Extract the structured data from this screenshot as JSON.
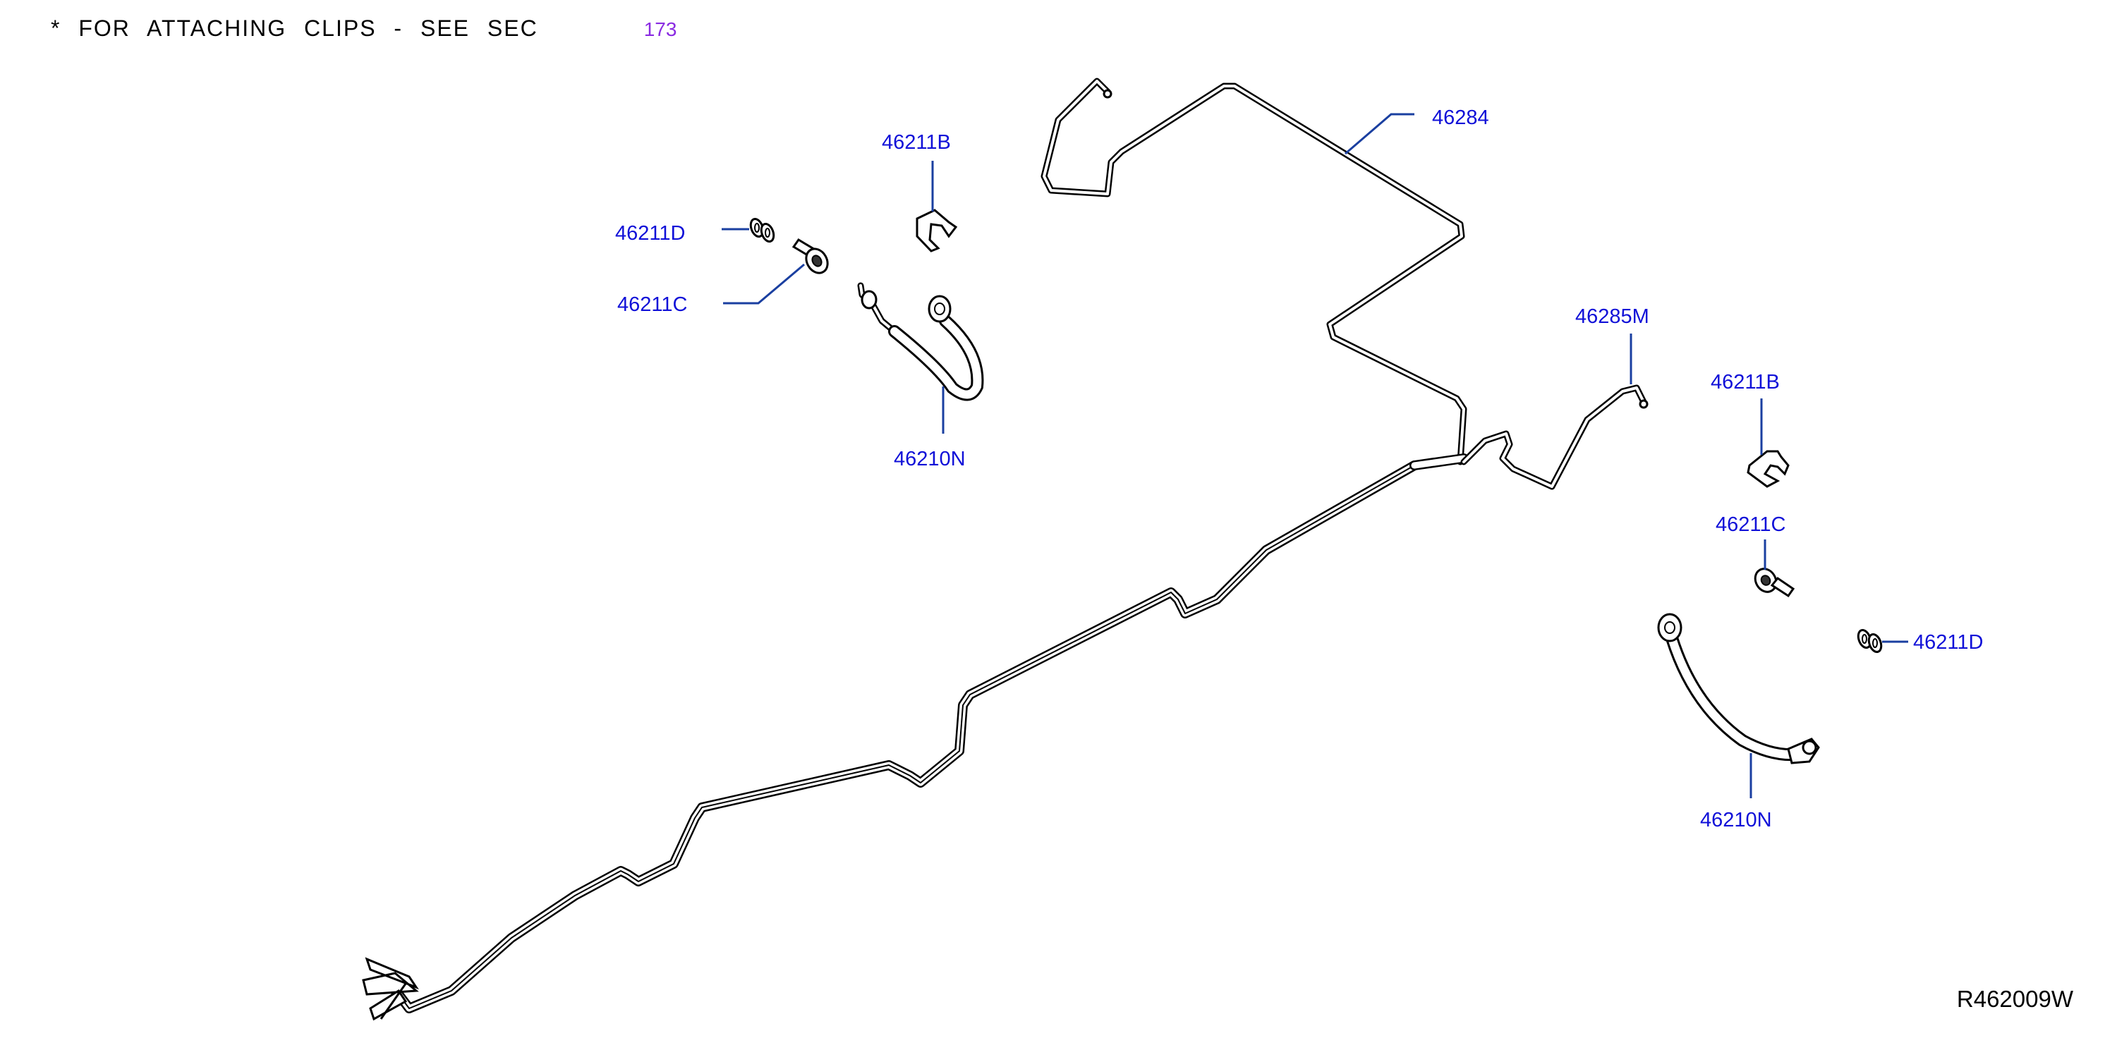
{
  "header": {
    "note": "* FOR ATTACHING CLIPS - SEE SEC",
    "section": "173"
  },
  "diagram_code": "R462009W",
  "parts": {
    "brake_tube_front": "46284",
    "brake_tube_rear": "46285M",
    "hose_left": "46210N",
    "hose_right": "46210N",
    "lock_plate_left": "46211B",
    "lock_plate_right": "46211B",
    "connector_bolt_left": "46211C",
    "connector_bolt_right": "46211C",
    "copper_washer_left": "46211D",
    "copper_washer_right": "46211D"
  }
}
